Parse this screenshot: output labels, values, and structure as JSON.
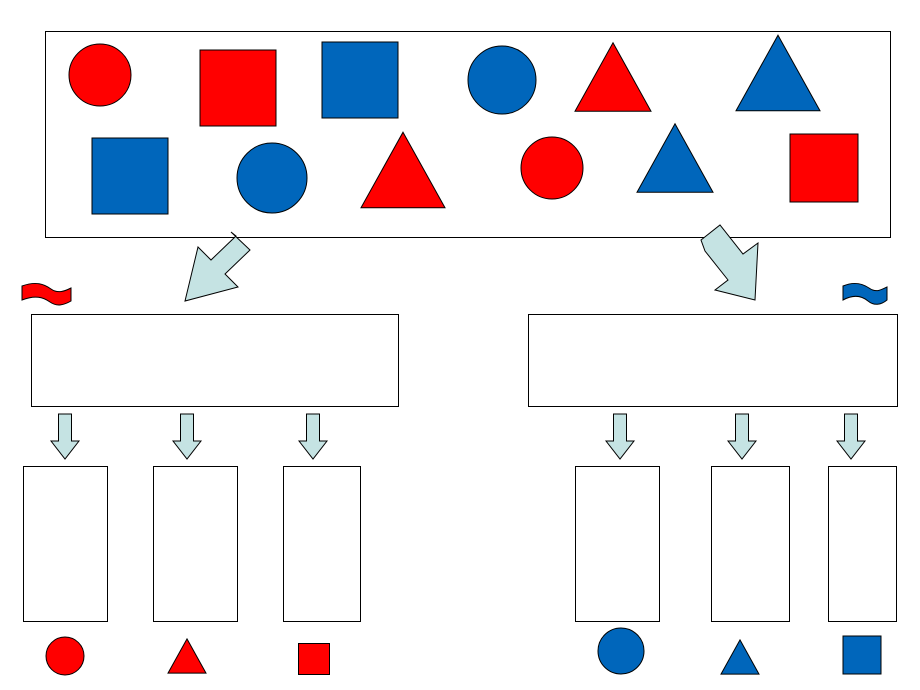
{
  "colors": {
    "red": "#ff0000",
    "blue": "#0066bb",
    "arrow_fill": "#c5e3e3",
    "outline": "#000000"
  },
  "source_box": {
    "shapes": [
      {
        "shape": "circle",
        "color": "red"
      },
      {
        "shape": "square",
        "color": "red"
      },
      {
        "shape": "square",
        "color": "blue"
      },
      {
        "shape": "circle",
        "color": "blue"
      },
      {
        "shape": "triangle",
        "color": "red"
      },
      {
        "shape": "triangle",
        "color": "blue"
      },
      {
        "shape": "square",
        "color": "blue"
      },
      {
        "shape": "circle",
        "color": "blue"
      },
      {
        "shape": "triangle",
        "color": "red"
      },
      {
        "shape": "circle",
        "color": "red"
      },
      {
        "shape": "triangle",
        "color": "blue"
      },
      {
        "shape": "square",
        "color": "red"
      }
    ]
  },
  "groups": [
    {
      "id": "red",
      "flag_color": "red",
      "buckets": [
        {
          "shape": "circle",
          "color": "red"
        },
        {
          "shape": "triangle",
          "color": "red"
        },
        {
          "shape": "square",
          "color": "red"
        }
      ]
    },
    {
      "id": "blue",
      "flag_color": "blue",
      "buckets": [
        {
          "shape": "circle",
          "color": "blue"
        },
        {
          "shape": "triangle",
          "color": "blue"
        },
        {
          "shape": "square",
          "color": "blue"
        }
      ]
    }
  ]
}
